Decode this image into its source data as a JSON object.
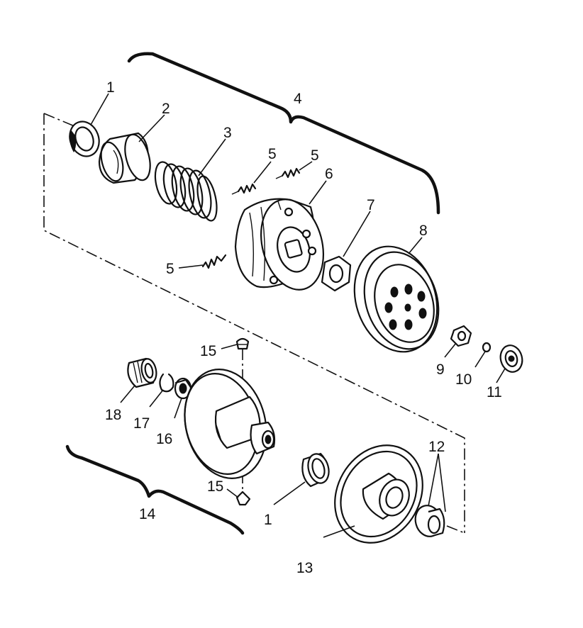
{
  "callouts": {
    "c1a": "1",
    "c2": "2",
    "c3": "3",
    "c4": "4",
    "c5a": "5",
    "c5b": "5",
    "c5c": "5",
    "c6": "6",
    "c7": "7",
    "c8": "8",
    "c9": "9",
    "c10": "10",
    "c11": "11",
    "c12": "12",
    "c13": "13",
    "c14": "14",
    "c15a": "15",
    "c15b": "15",
    "c16": "16",
    "c17": "17",
    "c18": "18",
    "c1b": "1"
  }
}
